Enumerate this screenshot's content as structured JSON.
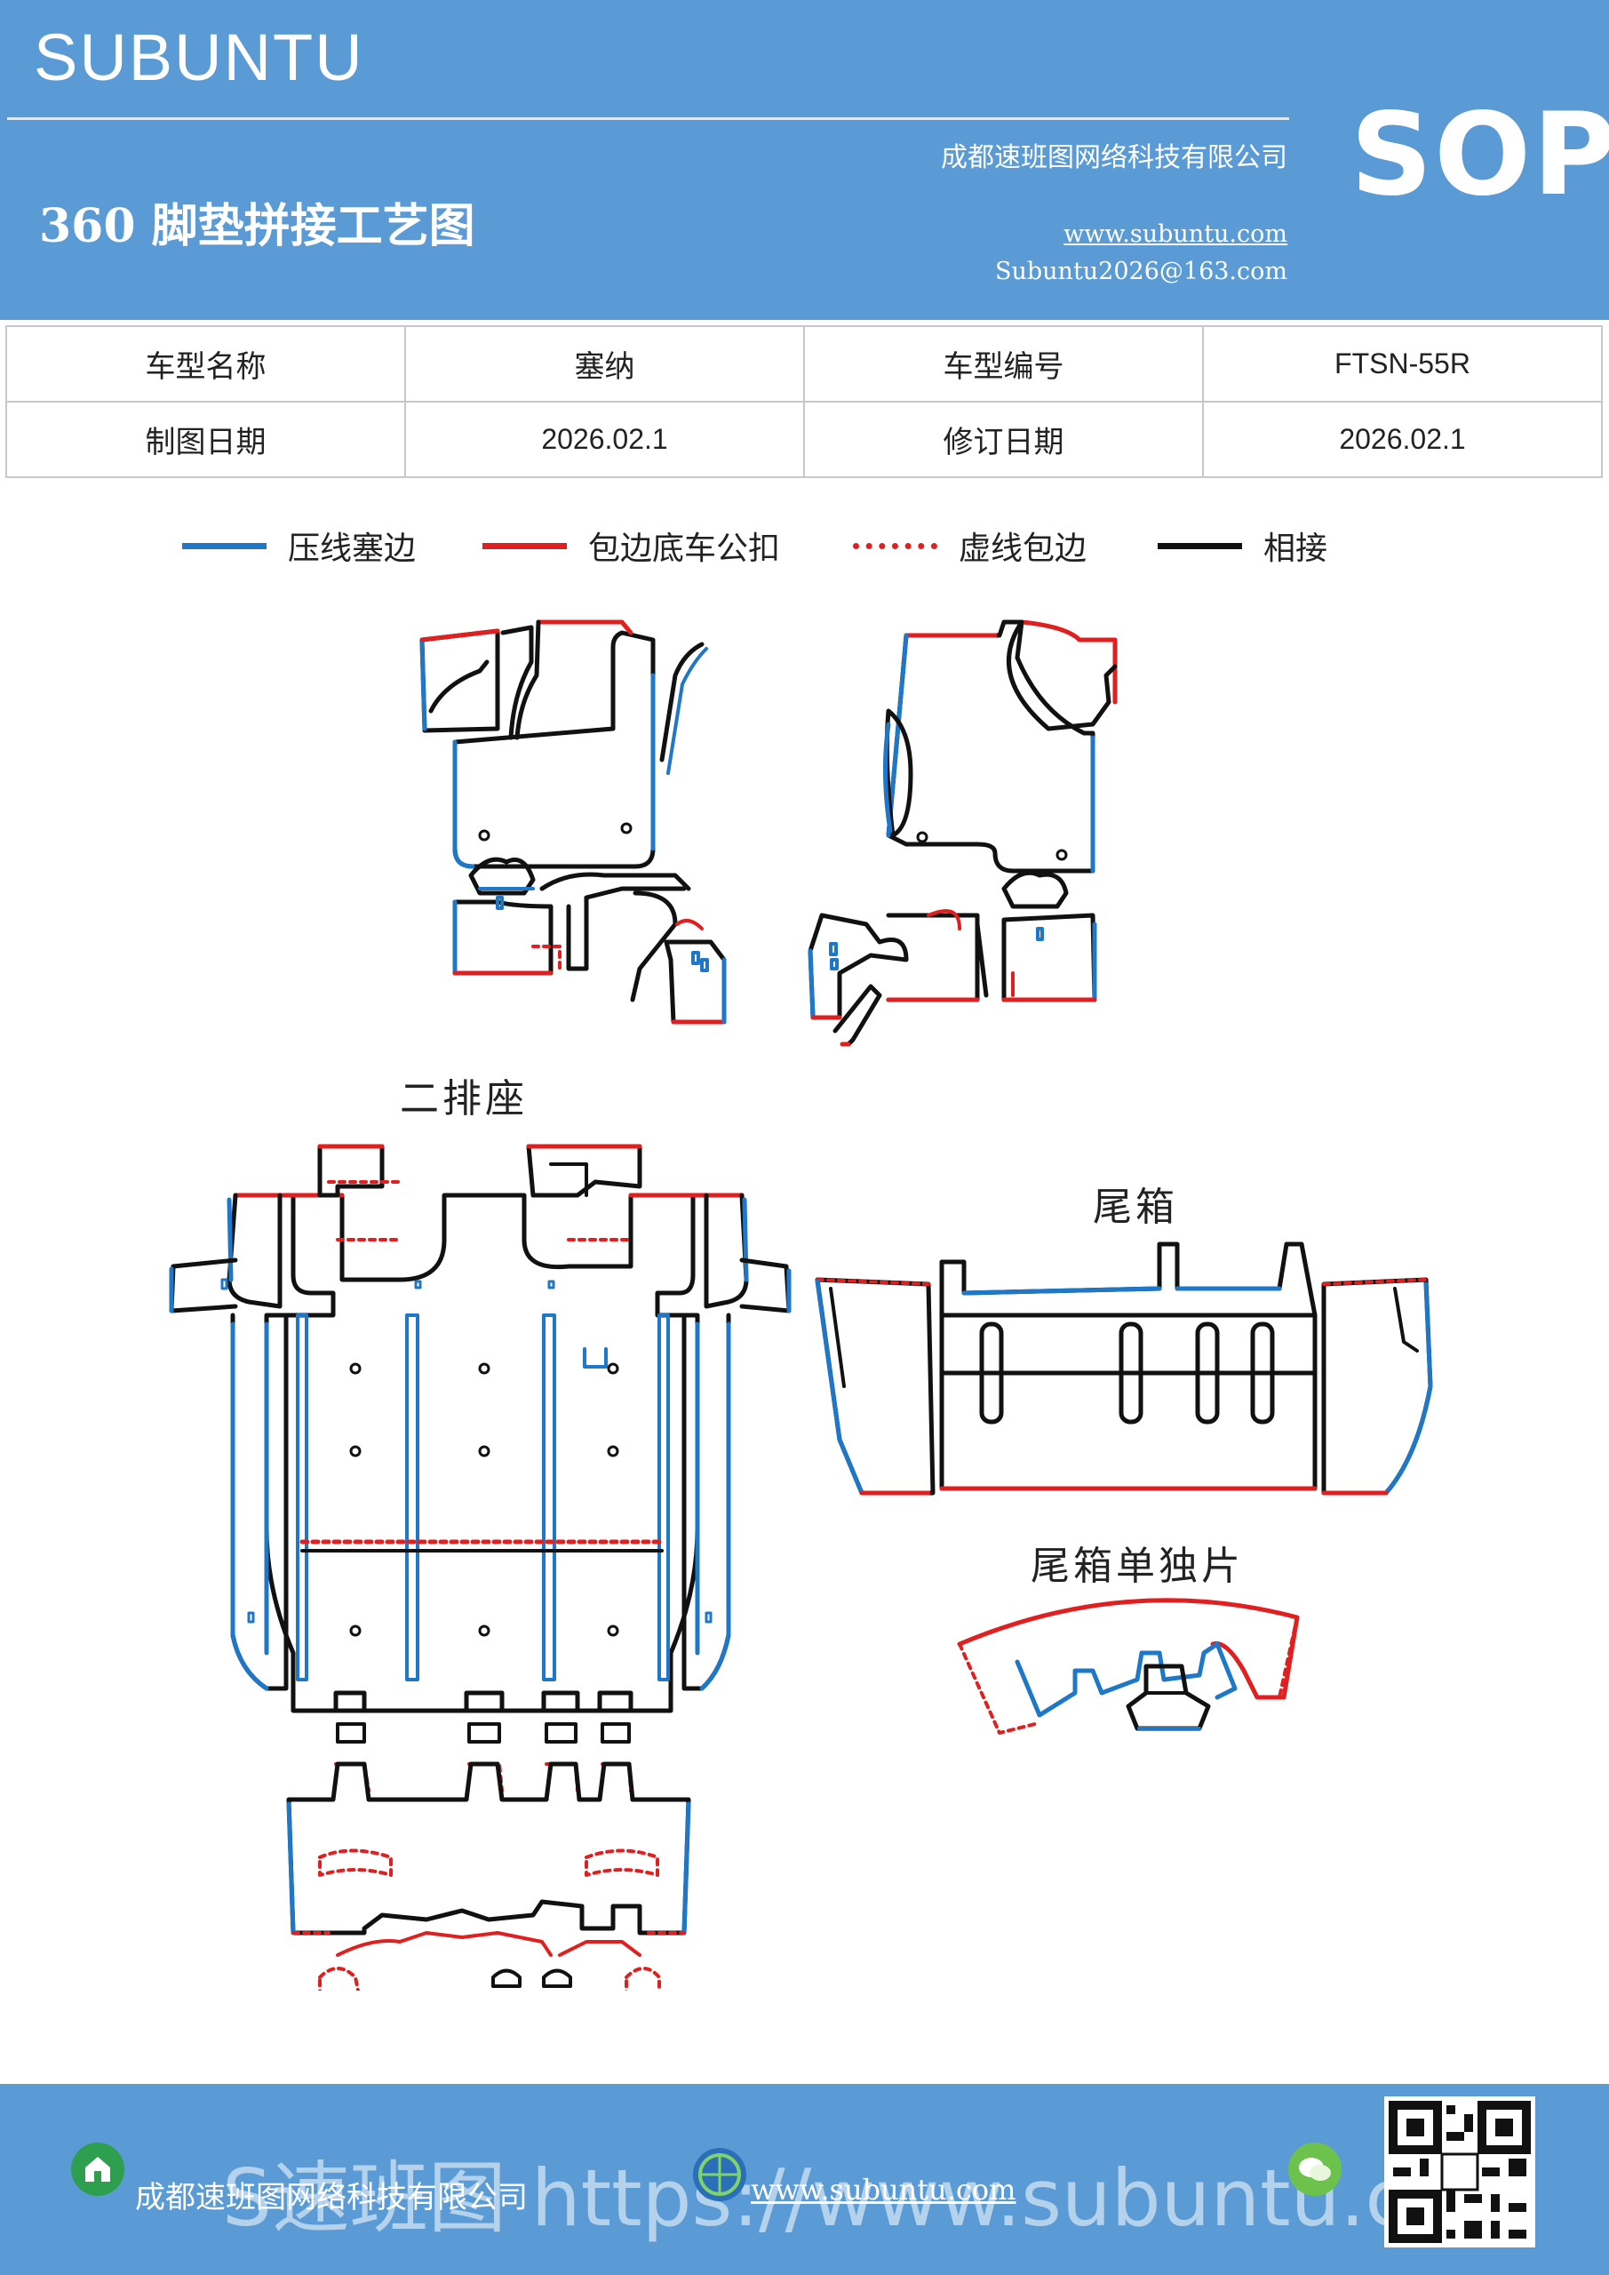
{
  "header": {
    "brand": "SUBUNTU",
    "company": "成都速班图网络科技有限公司",
    "title": "360 脚垫拼接工艺图",
    "website": "www.subuntu.com",
    "email": "Subuntu2026@163.com",
    "badge": "SOP"
  },
  "info_table": {
    "row1": {
      "label1": "车型名称",
      "value1": "塞纳",
      "label2": "车型编号",
      "value2": "FTSN-55R"
    },
    "row2": {
      "label1": "制图日期",
      "value1": "2026.02.1",
      "label2": "修订日期",
      "value2": "2026.02.1"
    }
  },
  "legend": [
    {
      "label": "压线塞边",
      "color": "#1f77c8",
      "style": "solid"
    },
    {
      "label": "包边底车公扣",
      "color": "#e02020",
      "style": "solid"
    },
    {
      "label": "虚线包边",
      "color": "#e02020",
      "style": "dotted"
    },
    {
      "label": "相接",
      "color": "#111111",
      "style": "solid"
    }
  ],
  "sections": {
    "second_row": "二排座",
    "trunk": "尾箱",
    "trunk_piece": "尾箱单独片"
  },
  "footer": {
    "company": "成都速班图网络科技有限公司",
    "website": "www.subuntu.com",
    "watermark": "S速班图 https://www.subuntu.com"
  },
  "colors": {
    "header_bg": "#5b9bd5",
    "blue_line": "#1f77c8",
    "red_line": "#e02020",
    "black_line": "#111111"
  }
}
